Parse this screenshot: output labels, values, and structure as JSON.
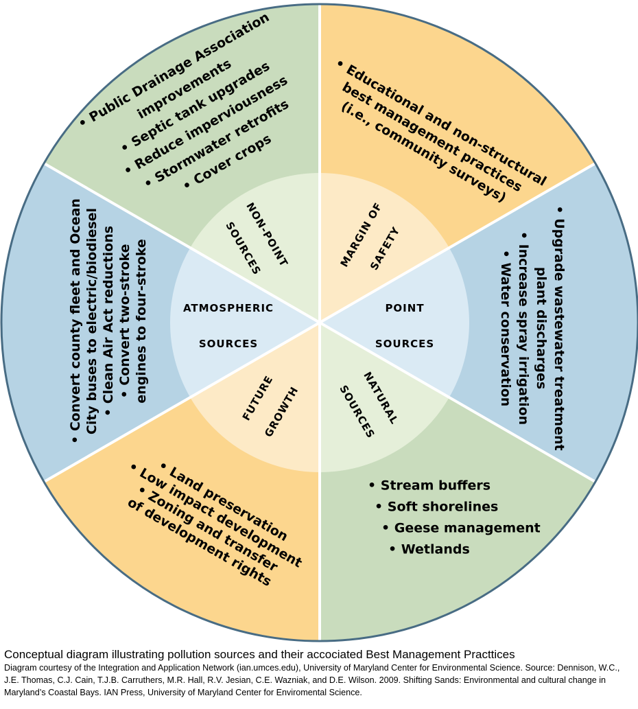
{
  "colors": {
    "green_outer": "#c9dcbd",
    "green_inner": "#e5efd9",
    "orange_outer": "#fcd68e",
    "orange_inner": "#fdeac6",
    "blue_outer": "#b6d3e4",
    "blue_inner": "#daeaf4",
    "stroke": "#486c84",
    "divider": "#ffffff"
  },
  "sectors": [
    {
      "id": "non-point",
      "color": "green",
      "inner_label": [
        "NON-POINT",
        "SOURCES"
      ],
      "items": [
        "Public Drainage Association improvements",
        "Septic tank upgrades",
        "Reduce imperviousness",
        "Stormwater retrofits",
        "Cover crops"
      ]
    },
    {
      "id": "margin-of-safety",
      "color": "orange",
      "inner_label": [
        "MARGIN OF",
        "SAFETY"
      ],
      "items": [
        "Educational and non-structural best management practices (i.e., community surveys)"
      ]
    },
    {
      "id": "point",
      "color": "blue",
      "inner_label": [
        "POINT",
        "SOURCES"
      ],
      "items": [
        "Upgrade wastewater treatment plant discharges",
        "Increase spray irrigation",
        "Water conservation"
      ]
    },
    {
      "id": "natural",
      "color": "green",
      "inner_label": [
        "NATURAL",
        "SOURCES"
      ],
      "items": [
        "Stream buffers",
        "Soft shorelines",
        "Geese management",
        "Wetlands"
      ]
    },
    {
      "id": "future-growth",
      "color": "orange",
      "inner_label": [
        "FUTURE",
        "GROWTH"
      ],
      "items": [
        "Land preservation",
        "Low impact development",
        "Zoning and transfer of development rights"
      ]
    },
    {
      "id": "atmospheric",
      "color": "blue",
      "inner_label": [
        "ATMOSPHERIC",
        "SOURCES"
      ],
      "items": [
        "Convert county fleet and Ocean City buses to electric/biodiesel",
        "Clean Air Act reductions",
        "Convert two-stroke engines to four-stroke"
      ]
    }
  ],
  "text_lines": {
    "non-point": [
      "• Public Drainage Association",
      "improvements",
      "• Septic tank upgrades",
      "• Reduce imperviousness",
      "• Stormwater retrofits",
      "• Cover crops"
    ],
    "margin-of-safety": [
      "• Educational and non-structural",
      "best management practices",
      "(i.e., community surveys)"
    ],
    "point": [
      "• Upgrade wastewater treatment",
      "plant discharges",
      "• Increase spray irrigation",
      "• Water conservation"
    ],
    "natural": [
      "• Stream buffers",
      "• Soft shorelines",
      "• Geese management",
      "• Wetlands"
    ],
    "future-growth": [
      "• Land preservation",
      "• Low impact development",
      "• Zoning and transfer",
      "of development rights"
    ],
    "atmospheric": [
      "• Convert county fleet and Ocean",
      "City buses to electric/biodiesel",
      "• Clean Air Act reductions",
      "• Convert two-stroke",
      "engines to four-stroke"
    ]
  },
  "caption": {
    "title": "Conceptual diagram illustrating pollution sources and their accociated Best Management Practtices",
    "credit": "Diagram courtesy of the Integration and Application Network (ian.umces.edu), University of Maryland Center for Environmental Science. Source: Dennison, W.C., J.E. Thomas, C.J. Cain, T.J.B. Carruthers, M.R. Hall, R.V. Jesian, C.E. Wazniak, and D.E. Wilson. 2009. Shifting Sands: Environmental and cultural change in Maryland’s Coastal Bays. IAN Press, University of Maryland Center for Enviromental Science."
  }
}
